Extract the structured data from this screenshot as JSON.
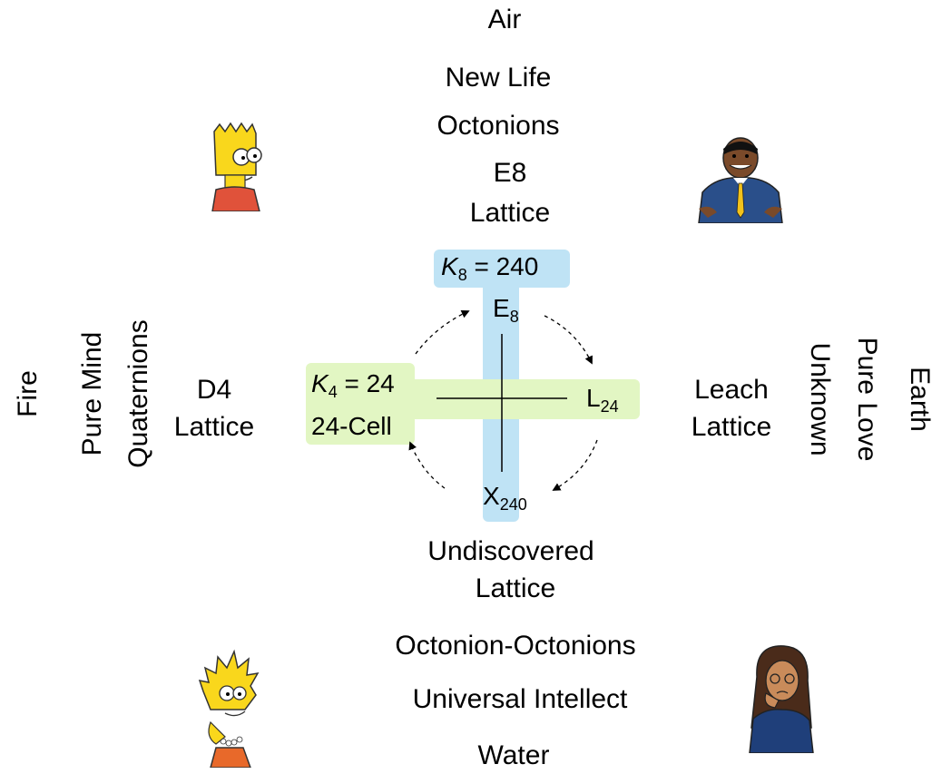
{
  "top": {
    "element": "Air",
    "concept": "New Life",
    "algebra": "Octonions",
    "lattice_line1": "E8",
    "lattice_line2": "Lattice"
  },
  "left": {
    "element": "Fire",
    "concept": "Pure Mind",
    "algebra": "Quaternions",
    "lattice_line1": "D4",
    "lattice_line2": "Lattice"
  },
  "right": {
    "element": "Earth",
    "concept": "Pure Love",
    "algebra": "Unknown",
    "lattice_line1": "Leach",
    "lattice_line2": "Lattice"
  },
  "bottom": {
    "lattice_line1": "Undiscovered",
    "lattice_line2": "Lattice",
    "algebra": "Octonion-Octonions",
    "concept": "Universal Intellect",
    "element": "Water"
  },
  "center": {
    "k8_sym": "K",
    "k8_sub": "8",
    "k8_value": " = 240",
    "e8_base": "E",
    "e8_sub": "8",
    "k4_sym": "K",
    "k4_sub": "4",
    "k4_value": " = 24",
    "cell": "24-Cell",
    "l_base": "L",
    "l_sub": "24",
    "x_base": "X",
    "x_sub": "240"
  },
  "colors": {
    "blue_band": "#bfe3f5",
    "green_band": "#e2f6c3"
  },
  "icons": [
    "boy-cartoon-icon",
    "businessman-cartoon-icon",
    "girl-cartoon-icon",
    "woman-thinking-cartoon-icon"
  ]
}
